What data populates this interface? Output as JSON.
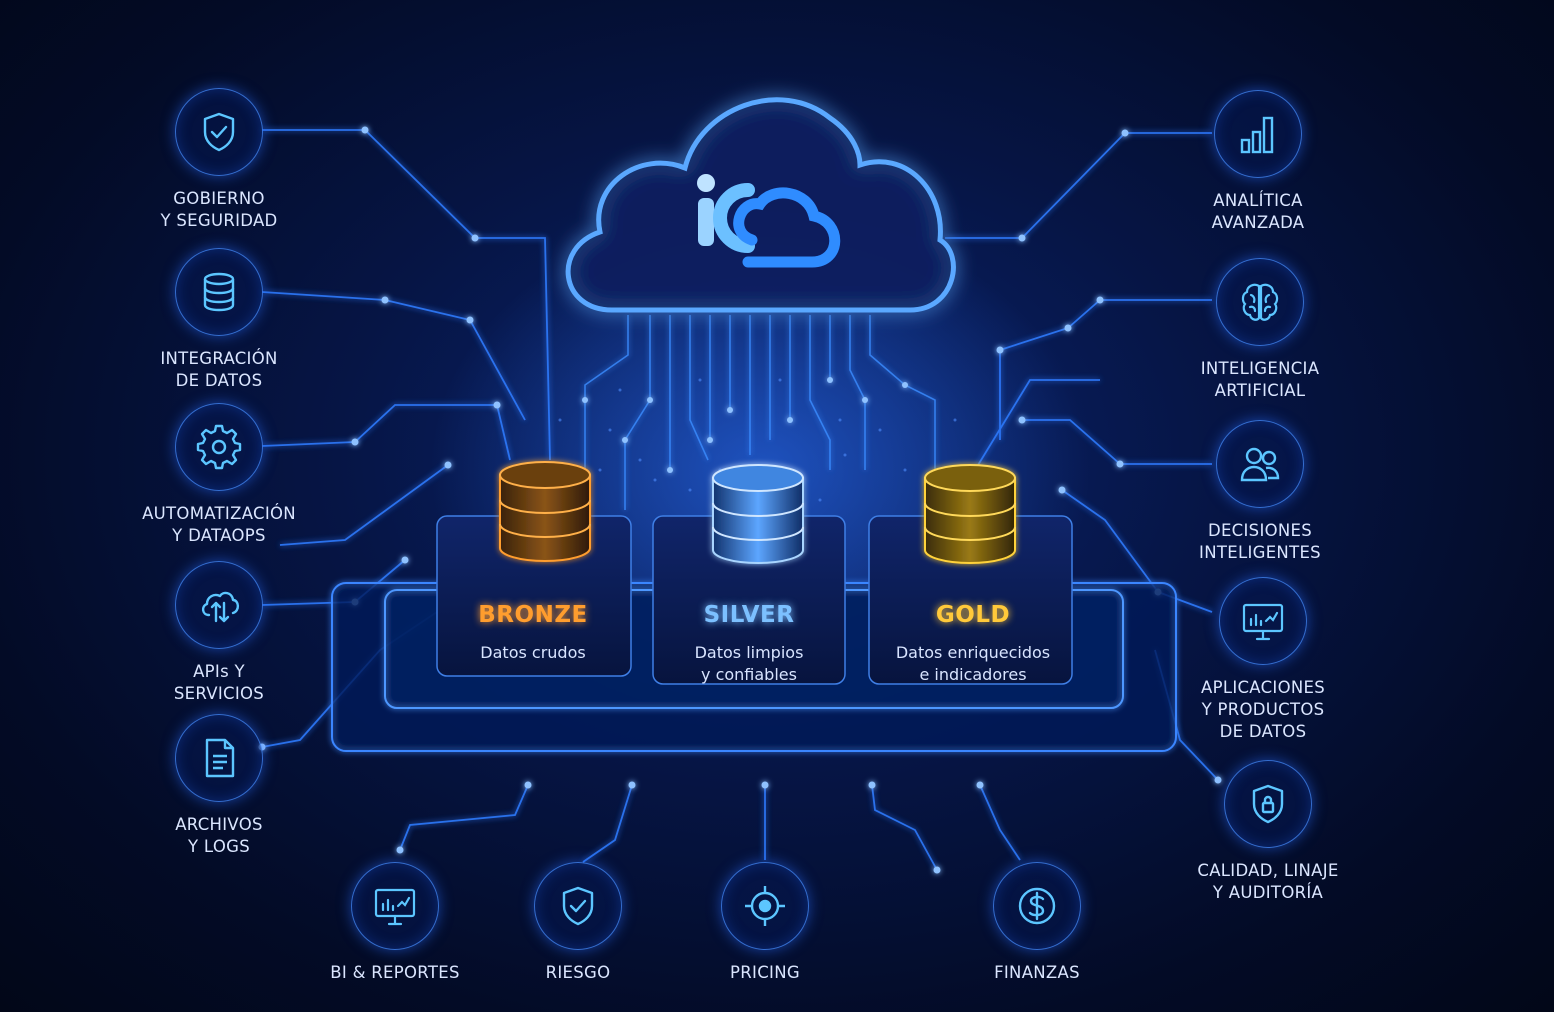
{
  "colors": {
    "background": "#061545",
    "wire": "#2f7bff",
    "bronze": "#ff9d2e",
    "silver": "#7cc0ff",
    "gold": "#ffc93a",
    "label": "#dbe6ff"
  },
  "left_nodes": [
    {
      "icon": "shield-check-icon",
      "label": "GOBIERNO\nY SEGURIDAD"
    },
    {
      "icon": "database-icon",
      "label": "INTEGRACIÓN\nDE DATOS"
    },
    {
      "icon": "gear-icon",
      "label": "AUTOMATIZACIÓN\nY DATAOPS"
    },
    {
      "icon": "cloud-sync-icon",
      "label": "APIs Y\nSERVICIOS"
    },
    {
      "icon": "document-icon",
      "label": "ARCHIVOS\nY LOGS"
    }
  ],
  "right_nodes": [
    {
      "icon": "bar-chart-icon",
      "label": "ANALÍTICA\nAVANZADA"
    },
    {
      "icon": "brain-icon",
      "label": "INTELIGENCIA\nARTIFICIAL"
    },
    {
      "icon": "users-icon",
      "label": "DECISIONES\nINTELIGENTES"
    },
    {
      "icon": "monitor-chart-icon",
      "label": "APLICACIONES\nY PRODUCTOS\nDE DATOS"
    },
    {
      "icon": "shield-lock-icon",
      "label": "CALIDAD, LINAJE\nY AUDITORÍA"
    }
  ],
  "bottom_nodes": [
    {
      "icon": "monitor-chart-icon",
      "label": "BI & REPORTES"
    },
    {
      "icon": "shield-check-icon",
      "label": "RIESGO"
    },
    {
      "icon": "target-icon",
      "label": "PRICING"
    },
    {
      "icon": "dollar-icon",
      "label": "FINANZAS"
    }
  ],
  "tiers": [
    {
      "name": "BRONZE",
      "description": "Datos crudos",
      "color": "#ff9d2e"
    },
    {
      "name": "SILVER",
      "description": "Datos limpios\ny confiables",
      "color": "#7cc0ff"
    },
    {
      "name": "GOLD",
      "description": "Datos enriquecidos\ne indicadores",
      "color": "#ffc93a"
    }
  ],
  "logo": {
    "icon": "ic-cloud-logo-icon"
  }
}
